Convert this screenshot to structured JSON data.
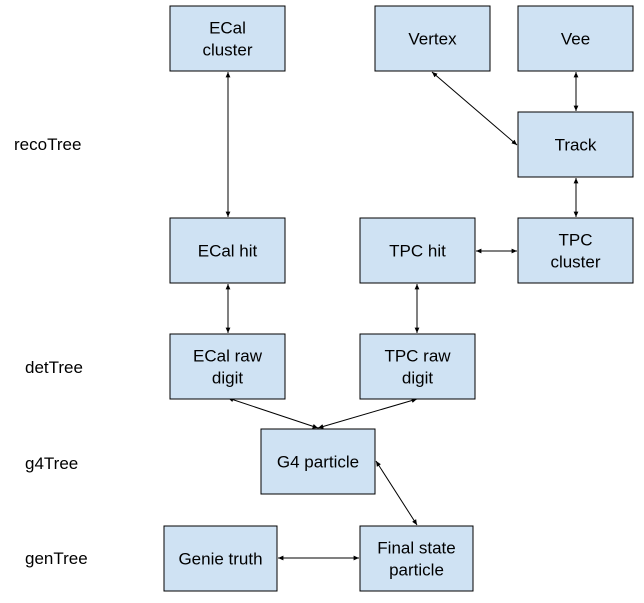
{
  "colors": {
    "box_fill": "#cfe2f3",
    "box_stroke": "#000000",
    "line": "#000000"
  },
  "tiers": {
    "reco": "recoTree",
    "det": "detTree",
    "g4": "g4Tree",
    "gen": "genTree"
  },
  "nodes": {
    "ecal_cluster": [
      "ECal",
      "cluster"
    ],
    "vertex": [
      "Vertex"
    ],
    "vee": [
      "Vee"
    ],
    "track": [
      "Track"
    ],
    "ecal_hit": [
      "ECal hit"
    ],
    "tpc_hit": [
      "TPC hit"
    ],
    "tpc_cluster": [
      "TPC",
      "cluster"
    ],
    "ecal_raw_digit": [
      "ECal raw",
      "digit"
    ],
    "tpc_raw_digit": [
      "TPC raw",
      "digit"
    ],
    "g4_particle": [
      "G4 particle"
    ],
    "genie_truth": [
      "Genie truth"
    ],
    "final_state_particle": [
      "Final state",
      "particle"
    ]
  },
  "edges": [
    [
      "ecal_cluster",
      "ecal_hit"
    ],
    [
      "vertex",
      "track"
    ],
    [
      "vee",
      "track"
    ],
    [
      "track",
      "tpc_cluster"
    ],
    [
      "tpc_hit",
      "tpc_cluster"
    ],
    [
      "ecal_hit",
      "ecal_raw_digit"
    ],
    [
      "tpc_hit",
      "tpc_raw_digit"
    ],
    [
      "ecal_raw_digit",
      "g4_particle"
    ],
    [
      "tpc_raw_digit",
      "g4_particle"
    ],
    [
      "g4_particle",
      "final_state_particle"
    ],
    [
      "genie_truth",
      "final_state_particle"
    ]
  ]
}
